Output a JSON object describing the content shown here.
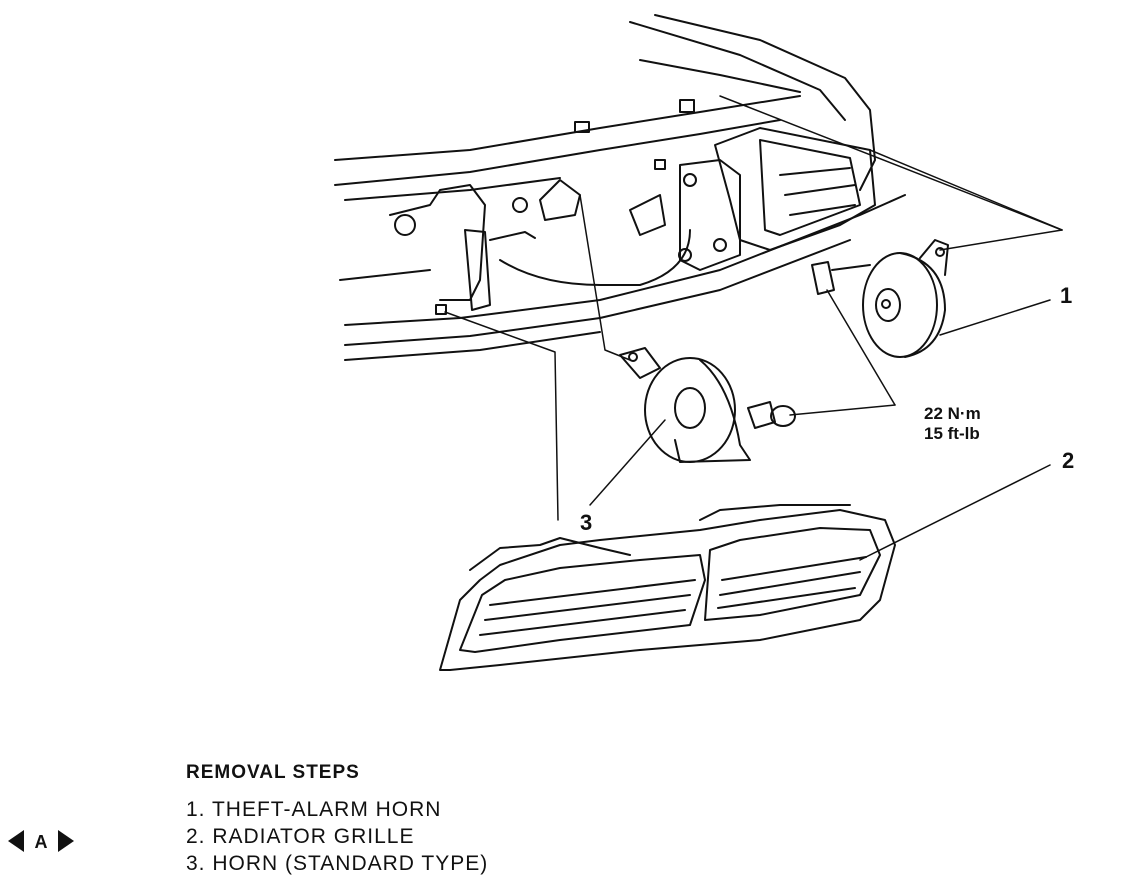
{
  "callouts": [
    {
      "id": "1",
      "text": "1"
    },
    {
      "id": "2",
      "text": "2"
    },
    {
      "id": "3",
      "text": "3"
    }
  ],
  "torque": {
    "metric": "22 N·m",
    "imperial": "15 ft-lb"
  },
  "removal_steps": {
    "title": "REMOVAL STEPS",
    "items": [
      "1. THEFT-ALARM HORN",
      "2. RADIATOR GRILLE",
      "3. HORN (STANDARD TYPE)"
    ]
  },
  "marker": {
    "label": "A"
  }
}
